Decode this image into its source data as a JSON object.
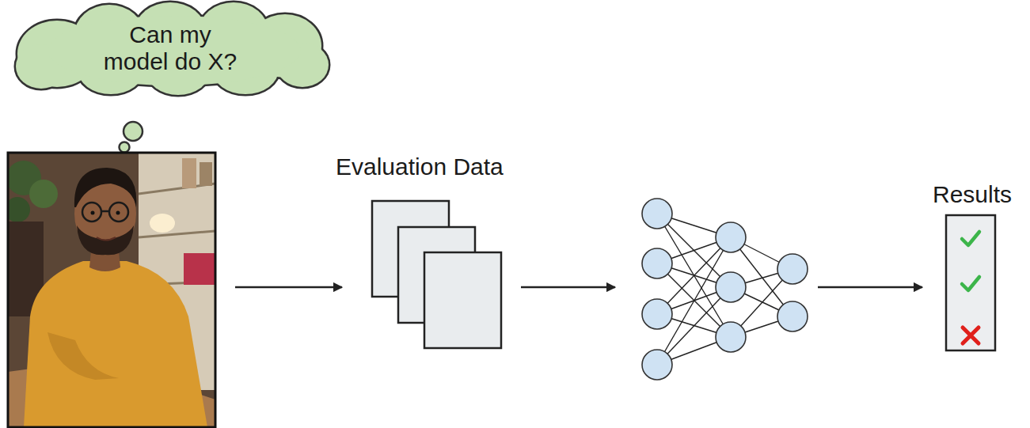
{
  "diagram": {
    "nodes": [
      {
        "text": [
          "Can my model do X?"
        ]
      },
      {
        "text": [
          "Evaluation Data"
        ]
      },
      {
        "text": [
          "Results"
        ]
      }
    ]
  }
}
